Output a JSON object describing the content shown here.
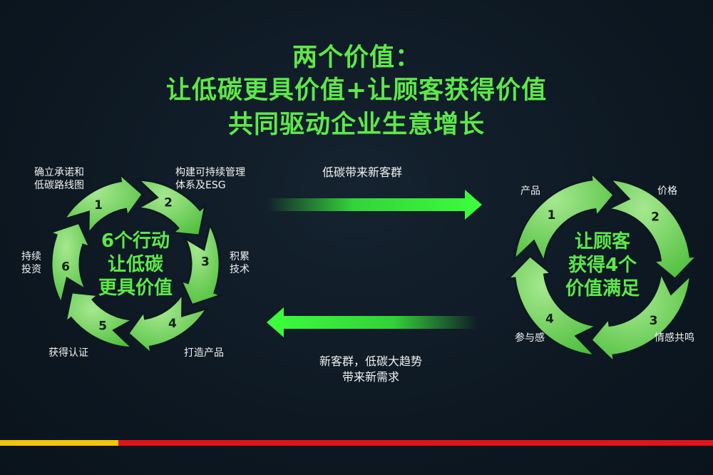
{
  "title": {
    "line1": "两个价值：",
    "line2": "让低碳更具价值+让顾客获得价值",
    "line3": "共同驱动企业生意增长"
  },
  "left_cycle": {
    "center": [
      "6个行动",
      "让低碳",
      "更具价值"
    ],
    "steps": [
      {
        "num": "1",
        "label": [
          "确立承诺和",
          "低碳路线图"
        ]
      },
      {
        "num": "2",
        "label": [
          "构建可持续管理",
          "体系及ESG"
        ]
      },
      {
        "num": "3",
        "label": [
          "积累",
          "技术"
        ]
      },
      {
        "num": "4",
        "label": [
          "打造产品"
        ]
      },
      {
        "num": "5",
        "label": [
          "获得认证"
        ]
      },
      {
        "num": "6",
        "label": [
          "持续",
          "投资"
        ]
      }
    ]
  },
  "right_cycle": {
    "center": [
      "让顾客",
      "获得4个",
      "价值满足"
    ],
    "steps": [
      {
        "num": "1",
        "label": [
          "产品"
        ]
      },
      {
        "num": "2",
        "label": [
          "价格"
        ]
      },
      {
        "num": "3",
        "label": [
          "情感共鸣"
        ]
      },
      {
        "num": "4",
        "label": [
          "参与感"
        ]
      }
    ]
  },
  "arrows": {
    "top_label": "低碳带来新客群",
    "bottom_label": [
      "新客群，低碳大趋势",
      "带来新需求"
    ]
  },
  "colors": {
    "green": "#5ee84a",
    "ring": "#72d35c",
    "bar_yellow": "#f2c40c",
    "bar_red": "#e0141a"
  }
}
